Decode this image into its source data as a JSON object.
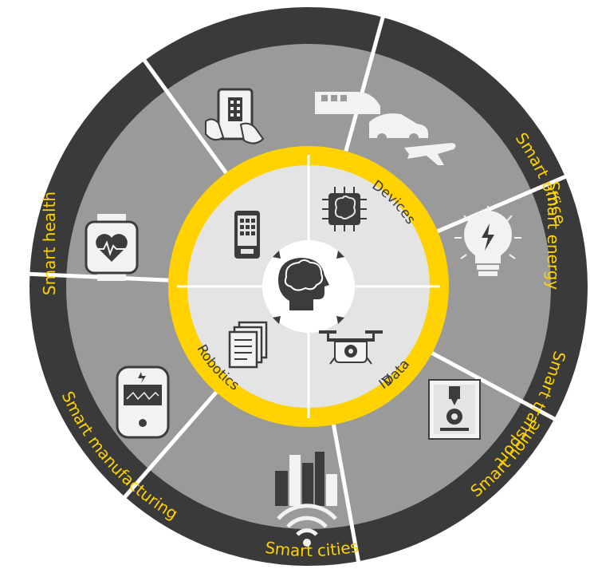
{
  "colors": {
    "outer_ring": "#3a3a3a",
    "sector": "#9a9a9a",
    "divider": "#ffffff",
    "accent": "#ffd200",
    "inner": "#e4e4e4",
    "center": "#ffffff",
    "icon": "#3c3c3c",
    "icon_light": "#f2f2f2"
  },
  "outer_sectors": [
    {
      "label": "Smart office",
      "icon": "tablet-building-icon"
    },
    {
      "label": "Smart transport",
      "icon": "train-car-plane-icon"
    },
    {
      "label": "Smart energy",
      "icon": "lightbulb-bolt-icon"
    },
    {
      "label": "Smart manufacturing",
      "icon": "3d-printer-icon"
    },
    {
      "label": "Smart cities",
      "icon": "city-wifi-icon"
    },
    {
      "label": "Smart home",
      "icon": "smart-meter-icon"
    },
    {
      "label": "Smart health",
      "icon": "heart-smartwatch-icon"
    }
  ],
  "core": {
    "center_icon": "head-brain-icon",
    "quadrants": [
      {
        "label": "Devices",
        "icon": "smartphone-icon"
      },
      {
        "label": "AI",
        "icon": "brain-chip-icon"
      },
      {
        "label": "Robotics",
        "icon": "drone-icon"
      },
      {
        "label": "Data",
        "icon": "documents-icon"
      }
    ]
  }
}
